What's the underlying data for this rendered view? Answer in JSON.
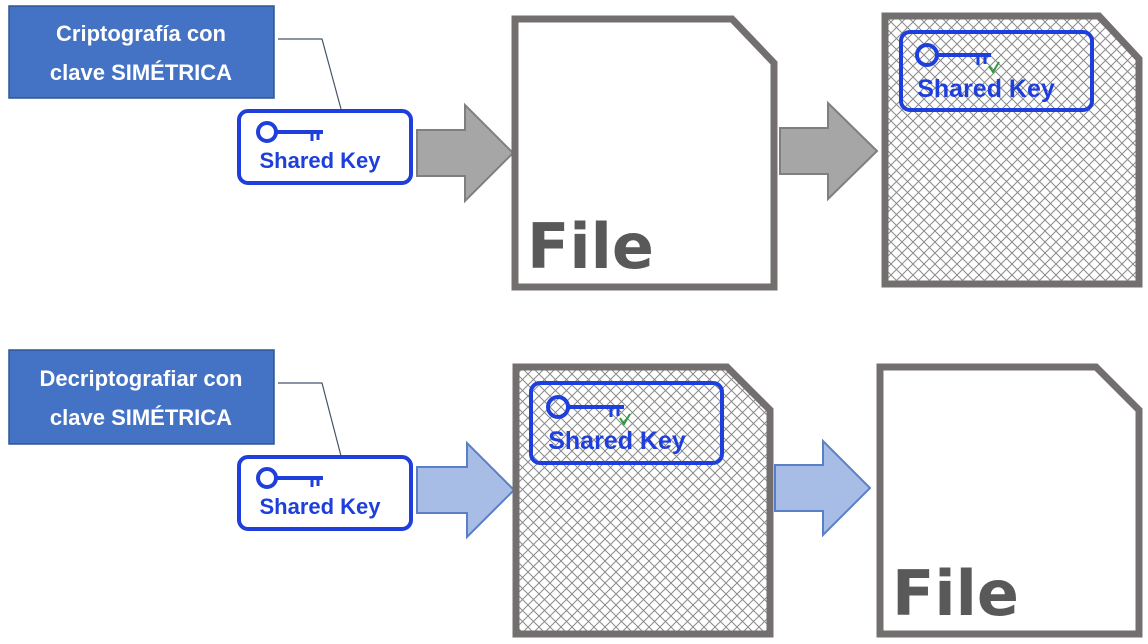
{
  "colors": {
    "callout_fill": "#4472c4",
    "callout_stroke": "#2f5597",
    "key_blue": "#1f3fdc",
    "doc_border": "#736f6f",
    "file_text": "#595959",
    "arrow_gray": "#a6a6a6",
    "arrow_blue": "#a7bde6",
    "arrow_blue_stroke": "#5b7fc7",
    "hatch": "#8a8a8a"
  },
  "icons": {
    "key": "key-icon",
    "arrow": "arrow-right-icon",
    "document": "document-icon"
  },
  "encrypt": {
    "label_line1": "Criptografía con",
    "label_line2": "clave SIMÉTRICA",
    "key_label": "Shared Key",
    "file_label": "File",
    "encrypted_key_label": "Shared Key"
  },
  "decrypt": {
    "label_line1": "Decriptografiar con",
    "label_line2": "clave SIMÉTRICA",
    "key_label": "Shared Key",
    "encrypted_key_label": "Shared Key",
    "file_label": "File"
  }
}
